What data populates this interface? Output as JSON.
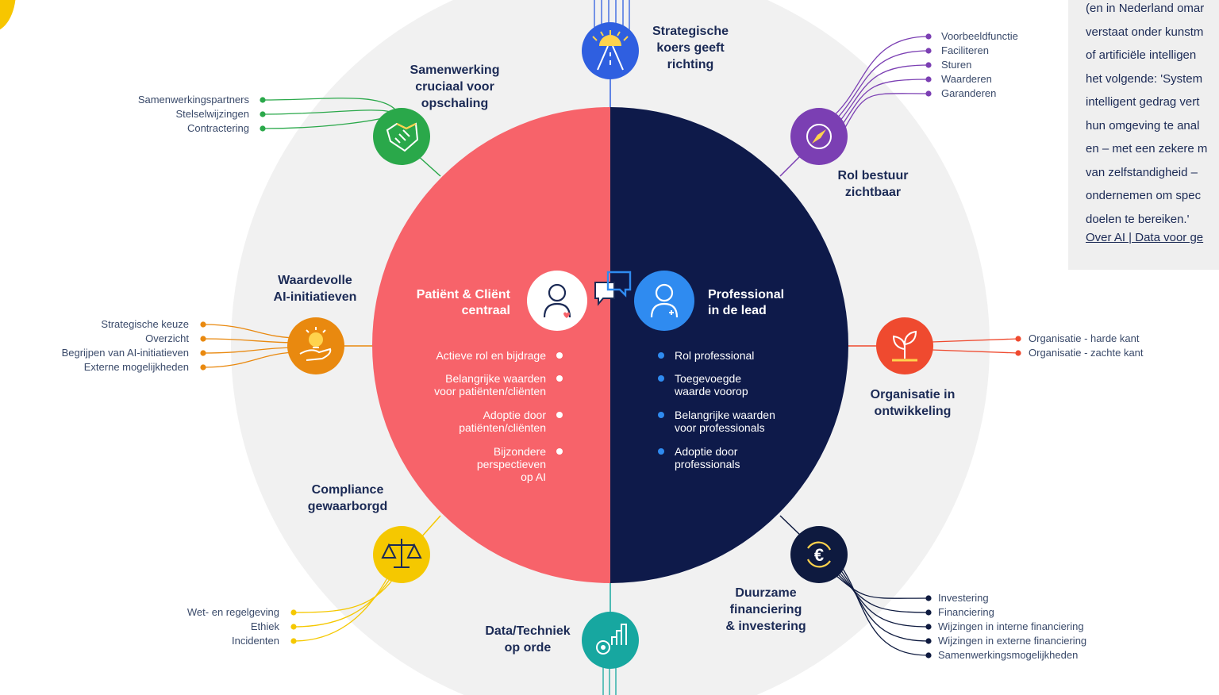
{
  "center": {
    "left_title": [
      "Patiënt & Cliënt",
      "centraal"
    ],
    "right_title": [
      "Professional",
      "in de lead"
    ],
    "left_items": [
      [
        "Actieve rol en bijdrage"
      ],
      [
        "Belangrijke waarden",
        "voor patiënten/cliënten"
      ],
      [
        "Adoptie door",
        "patiënten/cliënten"
      ],
      [
        "Bijzondere",
        "perspectieven",
        "op AI"
      ]
    ],
    "right_items": [
      [
        "Rol professional"
      ],
      [
        "Toegevoegde",
        "waarde voorop"
      ],
      [
        "Belangrijke waarden",
        "voor professionals"
      ],
      [
        "Adoptie door",
        "professionals"
      ]
    ]
  },
  "nodes": [
    {
      "id": "strategische-koers",
      "title": [
        "Strategische",
        "koers geeft",
        "richting"
      ],
      "icon": "road-sunrise-icon",
      "color": "#2f5fe0",
      "items": []
    },
    {
      "id": "rol-bestuur",
      "title": [
        "Rol bestuur",
        "zichtbaar"
      ],
      "icon": "compass-icon",
      "color": "#7b3fb3",
      "items": [
        "Voorbeeldfunctie",
        "Faciliteren",
        "Sturen",
        "Waarderen",
        "Garanderen"
      ]
    },
    {
      "id": "organisatie-ontwikkeling",
      "title": [
        "Organisatie in",
        "ontwikkeling"
      ],
      "icon": "plant-icon",
      "color": "#ef4a2f",
      "items": [
        "Organisatie - harde kant",
        "Organisatie - zachte kant"
      ]
    },
    {
      "id": "duurzame-financiering",
      "title": [
        "Duurzame",
        "financiering",
        "& investering"
      ],
      "icon": "euro-icon",
      "color": "#0e1a3f",
      "items": [
        "Investering",
        "Financiering",
        "Wijzingen in interne financiering",
        "Wijzingen in externe financiering",
        "Samenwerkingsmogelijkheden"
      ]
    },
    {
      "id": "data-techniek",
      "title": [
        "Data/Techniek",
        "op orde"
      ],
      "icon": "gear-chart-icon",
      "color": "#17a7a0",
      "items": []
    },
    {
      "id": "compliance",
      "title": [
        "Compliance",
        "gewaarborgd"
      ],
      "icon": "scales-icon",
      "color": "#f5c800",
      "items": [
        "Wet- en regelgeving",
        "Ethiek",
        "Incidenten"
      ]
    },
    {
      "id": "waardevolle-ai",
      "title": [
        "Waardevolle",
        "AI-initiatieven"
      ],
      "icon": "hand-lightbulb-icon",
      "color": "#e9890f",
      "items": [
        "Strategische keuze",
        "Overzicht",
        "Begrijpen van AI-initiatieven",
        "Externe mogelijkheden"
      ]
    },
    {
      "id": "samenwerking",
      "title": [
        "Samenwerking",
        "cruciaal voor",
        "opschaling"
      ],
      "icon": "handshake-icon",
      "color": "#2aa84a",
      "items": [
        "Samenwerkingspartners",
        "Stelselwijzingen",
        "Contractering"
      ]
    }
  ],
  "sidebar": {
    "lines": [
      "(en in Nederland omar",
      "verstaat onder kunstm",
      "of artificiële intelligen",
      "het volgende: 'System",
      "intelligent gedrag vert",
      "hun omgeving te anal",
      "en – met een zekere m",
      "van zelfstandigheid –",
      "ondernemen om spec",
      "doelen te bereiken.'"
    ],
    "link": "Over AI | Data voor ge"
  },
  "colors": {
    "coral": "#f7636a",
    "navy": "#0e1a4a",
    "ring": "#f1f1f1",
    "blue": "#2f8bf0",
    "heading": "#1b2a55"
  }
}
